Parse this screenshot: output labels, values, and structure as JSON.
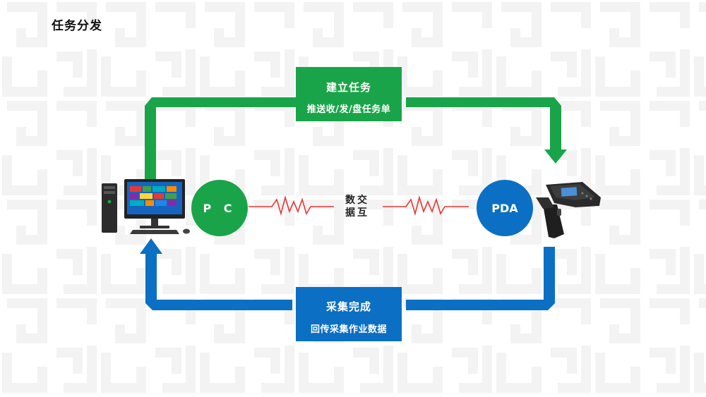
{
  "title": "任务分发",
  "top_box": {
    "line1": "建立任务",
    "line2": "推送收/发/盘任务单"
  },
  "bottom_box": {
    "line1": "采集完成",
    "line2": "回传采集作业数据"
  },
  "pc_circle": {
    "label": "P C"
  },
  "pda_circle": {
    "label": "PDA"
  },
  "exchange": {
    "row1": "数交",
    "row2": "据互"
  },
  "colors": {
    "green": "#1aa449",
    "blue": "#0b6fc3",
    "signal": "#e53935"
  },
  "icons": {
    "pc": "desktop-computer-icon",
    "pda": "handheld-scanner-icon"
  }
}
